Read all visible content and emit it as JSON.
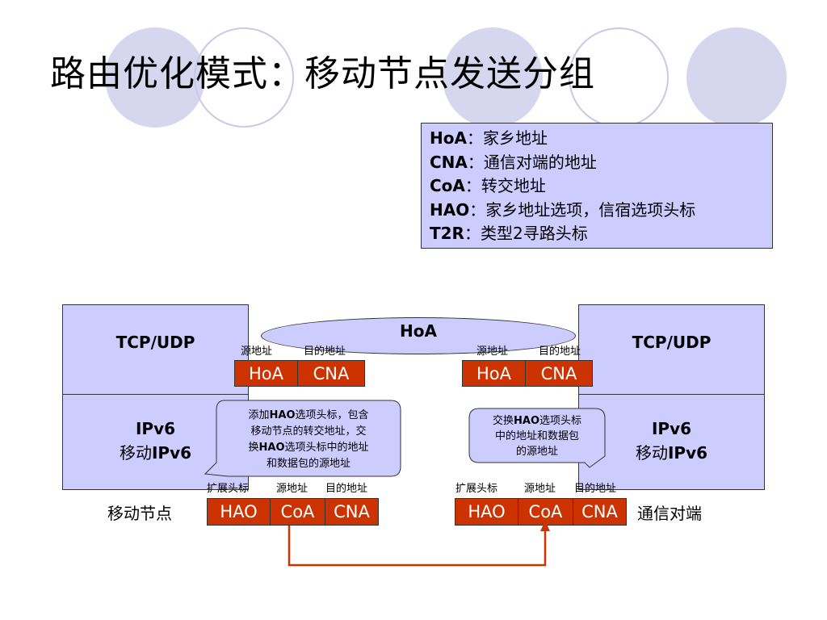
{
  "slide": {
    "title": "路由优化模式：移动节点发送分组"
  },
  "legend": [
    {
      "key": "HoA",
      "text": "：家乡地址"
    },
    {
      "key": "CNA",
      "text": "：通信对端的地址"
    },
    {
      "key": "CoA",
      "text": "：转交地址"
    },
    {
      "key": "HAO",
      "text": "：家乡地址选项，信宿选项头标"
    },
    {
      "key": "T2R",
      "text": "：类型2寻路头标"
    }
  ],
  "mobile_node": {
    "tcp_label": "TCP/UDP",
    "ip_line1": "IPv6",
    "ip_line2_cn": "移动",
    "ip_line2_en": "IPv6",
    "name": "移动节点"
  },
  "correspondent": {
    "tcp_label": "TCP/UDP",
    "ip_line1": "IPv6",
    "ip_line2_cn": "移动",
    "ip_line2_en": "IPv6",
    "name": "通信对端"
  },
  "tunnel": {
    "label": "HoA"
  },
  "upper_packets": {
    "left": {
      "src_label": "源地址",
      "dst_label": "目的地址",
      "cells": [
        "HoA",
        "CNA"
      ]
    },
    "right": {
      "src_label": "源地址",
      "dst_label": "目的地址",
      "cells": [
        "HoA",
        "CNA"
      ]
    }
  },
  "lower_packets": {
    "left": {
      "ext_label": "扩展头标",
      "src_label": "源地址",
      "dst_label": "目的地址",
      "cells": [
        "HAO",
        "CoA",
        "CNA"
      ]
    },
    "right": {
      "ext_label": "扩展头标",
      "src_label": "源地址",
      "dst_label": "目的地址",
      "cells": [
        "HAO",
        "CoA",
        "CNA"
      ]
    }
  },
  "callouts": {
    "left": {
      "line1_a": "添加",
      "line1_b": "HAO",
      "line1_c": "选项头标，包含",
      "line2": "移动节点的转交地址，交",
      "line3_a": "换",
      "line3_b": "HAO",
      "line3_c": "选项头标中的地址",
      "line4": "和数据包的源地址"
    },
    "right": {
      "line1_a": "交换",
      "line1_b": "HAO",
      "line1_c": "选项头标",
      "line2": "中的地址和数据包",
      "line3": "的源地址"
    }
  },
  "colors": {
    "box_fill": "#ccccff",
    "packet_fill": "#cc3300",
    "arrow": "#cc3300",
    "deco_circle": "#d6d6ee"
  }
}
